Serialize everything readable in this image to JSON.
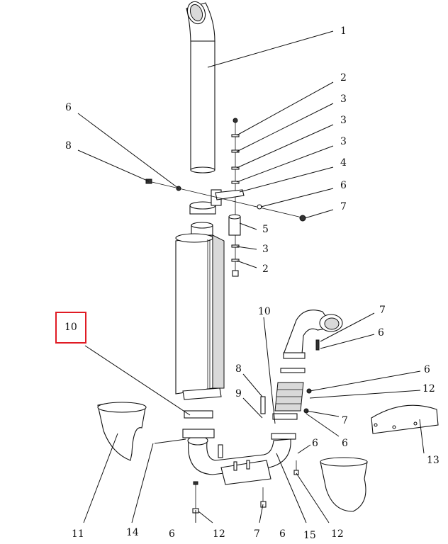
{
  "diagram": {
    "highlight_color": "#e01b24",
    "callouts": [
      {
        "id": "c1",
        "text": "1"
      },
      {
        "id": "c2a",
        "text": "2"
      },
      {
        "id": "c3a",
        "text": "3"
      },
      {
        "id": "c3b",
        "text": "3"
      },
      {
        "id": "c3c",
        "text": "3"
      },
      {
        "id": "c4",
        "text": "4"
      },
      {
        "id": "c6a",
        "text": "6"
      },
      {
        "id": "c7a",
        "text": "7"
      },
      {
        "id": "c5",
        "text": "5"
      },
      {
        "id": "c3d",
        "text": "3"
      },
      {
        "id": "c2b",
        "text": "2"
      },
      {
        "id": "c6b",
        "text": "6"
      },
      {
        "id": "c8a",
        "text": "8"
      },
      {
        "id": "c10a",
        "text": "10"
      },
      {
        "id": "c10b",
        "text": "10"
      },
      {
        "id": "c7b",
        "text": "7"
      },
      {
        "id": "c6c",
        "text": "6"
      },
      {
        "id": "c8b",
        "text": "8"
      },
      {
        "id": "c6d",
        "text": "6"
      },
      {
        "id": "c12a",
        "text": "12"
      },
      {
        "id": "c9",
        "text": "9"
      },
      {
        "id": "c7c",
        "text": "7"
      },
      {
        "id": "c6e",
        "text": "6"
      },
      {
        "id": "c6f",
        "text": "6"
      },
      {
        "id": "c13",
        "text": "13"
      },
      {
        "id": "c11",
        "text": "11"
      },
      {
        "id": "c14",
        "text": "14"
      },
      {
        "id": "c6g",
        "text": "6"
      },
      {
        "id": "c12b",
        "text": "12"
      },
      {
        "id": "c7d",
        "text": "7"
      },
      {
        "id": "c6h",
        "text": "6"
      },
      {
        "id": "c15",
        "text": "15"
      },
      {
        "id": "c12c",
        "text": "12"
      }
    ]
  }
}
